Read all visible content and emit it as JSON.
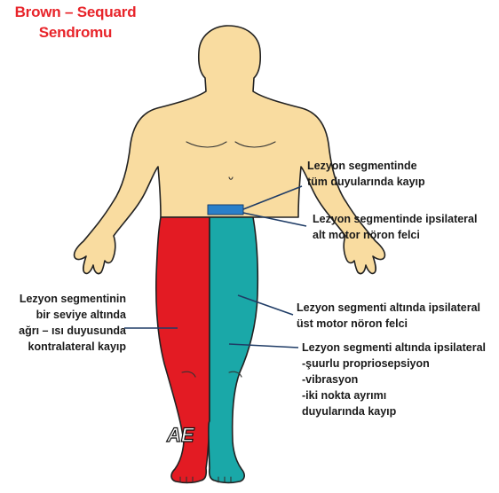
{
  "title": {
    "line1": "Brown – Sequard",
    "line2": "Sendromu"
  },
  "colors": {
    "title": "#e8242a",
    "skin": "#f9dca0",
    "contralateral_leg": "#e31b23",
    "ipsilateral_leg": "#1aa8a8",
    "lesion_band": "#2a7fc9",
    "leader_line": "#1f3c66"
  },
  "signature_mark": "AE",
  "annotations": {
    "lesion_all_sensation": {
      "lines": [
        "Lezyon segmentinde",
        "tüm duyularında kayıp"
      ]
    },
    "lesion_lower_motor": {
      "lines": [
        "Lezyon segmentinde ipsilateral",
        "alt motor nöron felci"
      ]
    },
    "contralateral_pain": {
      "lines": [
        "Lezyon segmentinin",
        "bir seviye altında",
        "ağrı – ısı duyusunda",
        "kontralateral kayıp"
      ]
    },
    "upper_motor": {
      "lines": [
        "Lezyon segmenti altında ipsilateral",
        "üst motor nöron felci"
      ]
    },
    "ipsilateral_sensory": {
      "lines": [
        "Lezyon segmenti altında ipsilateral",
        "-şuurlu propriosepsiyon",
        "-vibrasyon",
        "-iki nokta ayrımı",
        "duyularında kayıp"
      ]
    }
  }
}
